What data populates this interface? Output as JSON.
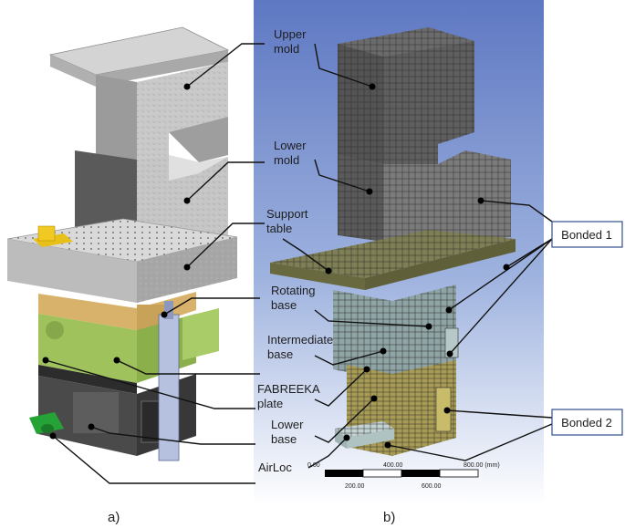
{
  "labels": {
    "upper_mold": [
      "Upper",
      "mold"
    ],
    "lower_mold": [
      "Lower",
      "mold"
    ],
    "support_table": [
      "Support",
      "table"
    ],
    "rotating_base": [
      "Rotating",
      "base"
    ],
    "intermediate_base": [
      "Intermediate",
      "base"
    ],
    "fabreeka_plate": [
      "FABREEKA",
      "plate"
    ],
    "lower_base": [
      "Lower",
      "base"
    ],
    "airloc": "AirLoc"
  },
  "callouts": {
    "bonded_1": "Bonded 1",
    "bonded_2": "Bonded 2"
  },
  "scale_bar": {
    "top_ticks": [
      "0.00",
      "400.00",
      "800.00 (mm)"
    ],
    "bottom_ticks": [
      "200.00",
      "600.00"
    ]
  },
  "panels": {
    "a": "a)",
    "b": "b)"
  },
  "colors": {
    "concrete": "#c4c4c4",
    "concrete_dark": "#8e8e8e",
    "green_base": "#9fc25d",
    "dark_base": "#3f3f3f",
    "tan_base": "#d8b26a",
    "yellow_part": "#e8c01a",
    "fem_background": "#6f86c9",
    "mesh_grey": "#5e5e5e",
    "mesh_olive": "#8a8a4e",
    "mesh_khaki": "#a89c55",
    "mesh_bluegrey": "#8fa4a4"
  }
}
